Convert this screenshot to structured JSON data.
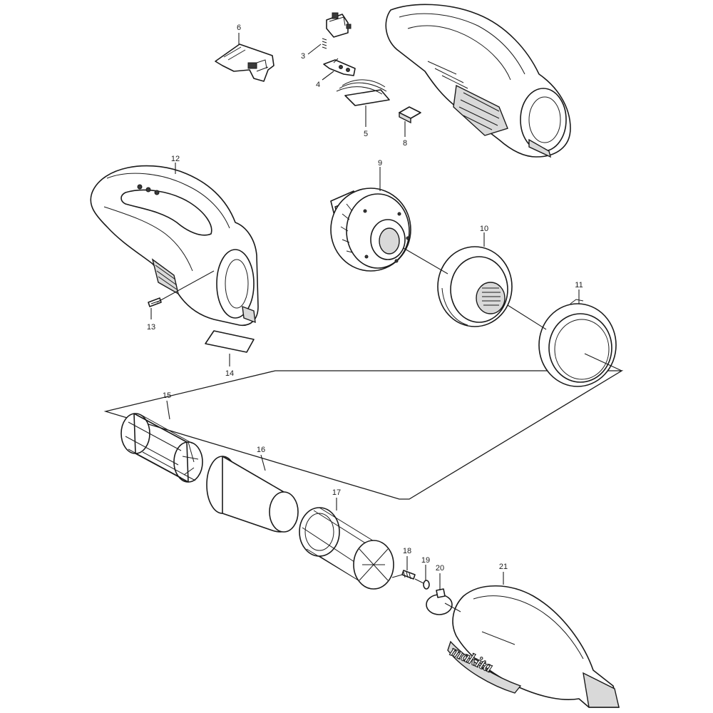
{
  "parts": [
    {
      "id": "1",
      "label": ""
    },
    {
      "id": "2",
      "label": ""
    },
    {
      "id": "3",
      "label": "3"
    },
    {
      "id": "4",
      "label": "4"
    },
    {
      "id": "5",
      "label": "5"
    },
    {
      "id": "6",
      "label": "6"
    },
    {
      "id": "8",
      "label": "8"
    },
    {
      "id": "9",
      "label": "9"
    },
    {
      "id": "10",
      "label": "10"
    },
    {
      "id": "11",
      "label": "11"
    },
    {
      "id": "12",
      "label": "12"
    },
    {
      "id": "13",
      "label": "13"
    },
    {
      "id": "14",
      "label": "14"
    },
    {
      "id": "15",
      "label": "15"
    },
    {
      "id": "16",
      "label": "16"
    },
    {
      "id": "17",
      "label": "17"
    },
    {
      "id": "18",
      "label": "18"
    },
    {
      "id": "19",
      "label": "19"
    },
    {
      "id": "20",
      "label": "20"
    },
    {
      "id": "21",
      "label": "21"
    }
  ],
  "brand_text": "makita",
  "colors": {
    "line": "#1a1a1a",
    "background": "#ffffff",
    "shade": "#d9d9d9"
  }
}
